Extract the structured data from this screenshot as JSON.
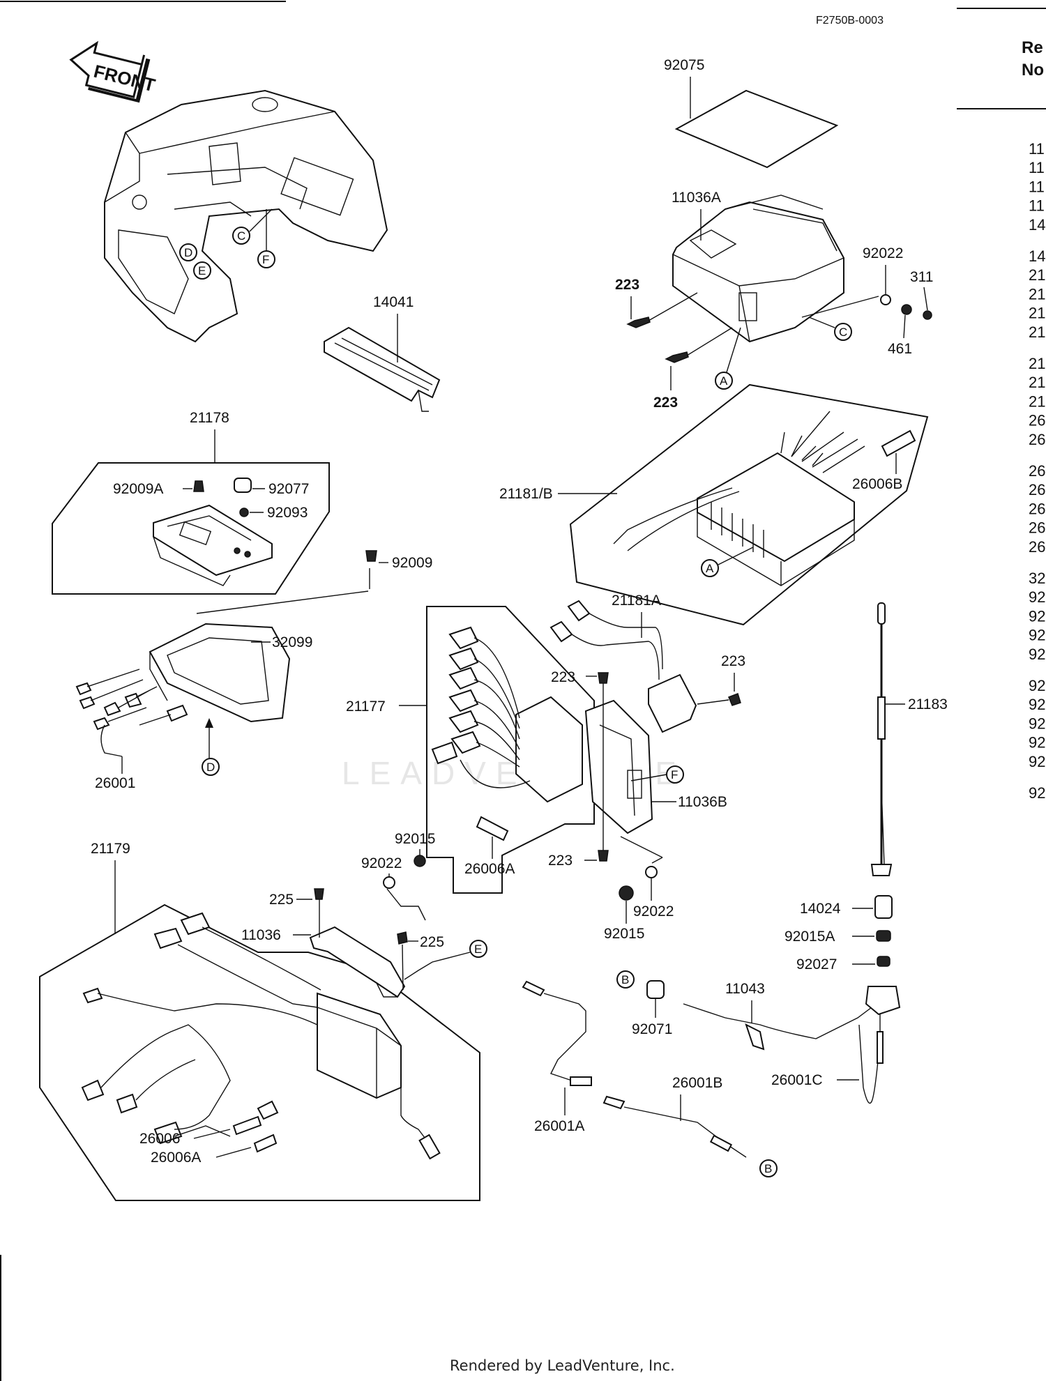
{
  "figure_ref": "F2750B-0003",
  "front_label": "FRONT",
  "footer": "Rendered by LeadVenture, Inc.",
  "watermark": "LEADVENTURE",
  "table_header": {
    "line1": "Re",
    "line2": "No"
  },
  "table_rows": [
    "11",
    "11",
    "11",
    "11",
    "14",
    "14",
    "21",
    "21",
    "21",
    "21",
    "21",
    "21",
    "21",
    "26",
    "26",
    "26",
    "26",
    "26",
    "26",
    "26",
    "32",
    "92",
    "92",
    "92",
    "92",
    "92",
    "92",
    "92",
    "92",
    "92",
    "92"
  ],
  "callout_labels": {
    "92075": "92075",
    "11036A": "11036A",
    "92022_top": "92022",
    "311": "311",
    "223_a": "223",
    "223_b": "223",
    "461": "461",
    "14041": "14041",
    "21178": "21178",
    "92009A": "92009A",
    "92077": "92077",
    "92093": "92093",
    "92009": "92009",
    "21181B": "21181/B",
    "26006B": "26006B",
    "21181A": "21181A",
    "223_c": "223",
    "223_d": "223",
    "223_e": "223",
    "32099": "32099",
    "21177": "21177",
    "21183": "21183",
    "26001": "26001",
    "11036B": "11036B",
    "92015_mid": "92015",
    "92022_mid": "92022",
    "26006A_mid": "26006A",
    "21179": "21179",
    "225_a": "225",
    "225_b": "225",
    "11036": "11036",
    "92022_low": "92022",
    "92015_low": "92015",
    "14024": "14024",
    "92015A": "92015A",
    "92027": "92027",
    "11043": "11043",
    "92071": "92071",
    "26001C": "26001C",
    "26001B": "26001B",
    "26001A": "26001A",
    "26006": "26006",
    "26006A_low": "26006A"
  },
  "markers": {
    "C1": "C",
    "F1": "F",
    "D1": "D",
    "E1": "E",
    "A1": "A",
    "C2": "C",
    "A2": "A",
    "D2": "D",
    "F2": "F",
    "E2": "E",
    "B1": "B",
    "B2": "B"
  }
}
